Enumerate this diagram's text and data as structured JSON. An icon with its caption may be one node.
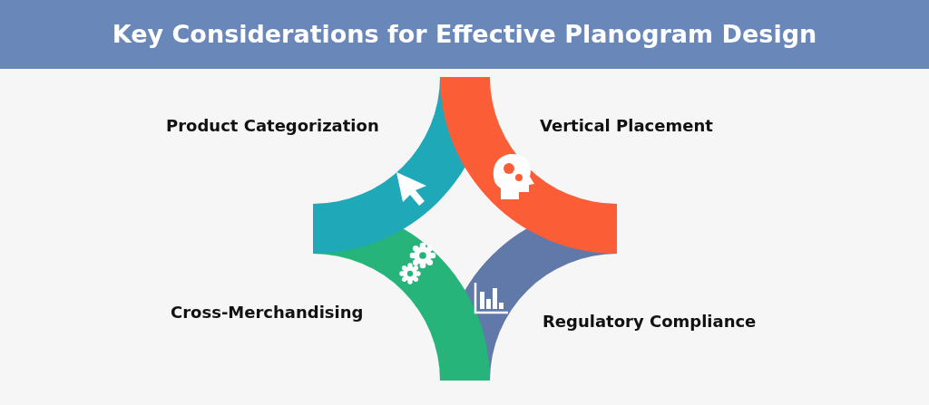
{
  "diagram": {
    "title": "Key Considerations for Effective Planogram Design",
    "labels": [
      "Product Categorization",
      "Vertical Placement",
      "Cross-Merchandising",
      "Regulatory Compliance"
    ]
  }
}
